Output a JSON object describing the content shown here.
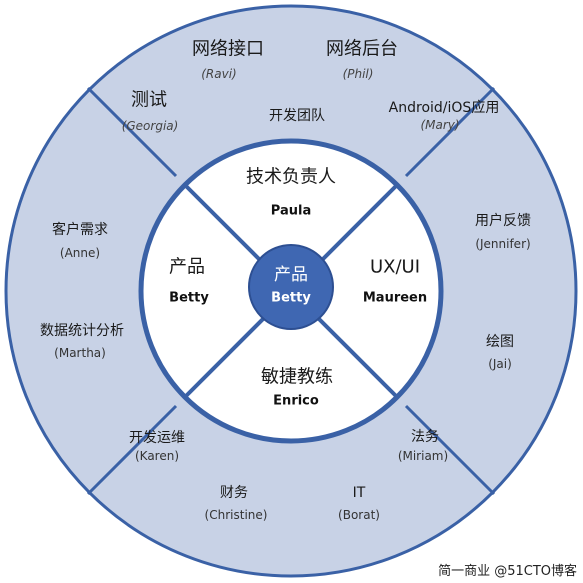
{
  "colors": {
    "outer_ring": "#c8d2e6",
    "ring_stroke": "#3a61a6",
    "inner_fill": "#ffffff",
    "center_fill": "#3f67b2"
  },
  "center": {
    "title": "产品",
    "name": "Betty"
  },
  "inner_roles": {
    "top": {
      "title": "技术负责人",
      "name": "Paula"
    },
    "left": {
      "title": "产品",
      "name": "Betty"
    },
    "right": {
      "title": "UX/UI",
      "name": "Maureen"
    },
    "bottom": {
      "title": "敏捷教练",
      "name": "Enrico"
    }
  },
  "outer": {
    "top_label": "开发团队",
    "network_api": {
      "title": "网络接口",
      "name": "(Ravi)"
    },
    "network_backend": {
      "title": "网络后台",
      "name": "(Phil)"
    },
    "testing": {
      "title": "测试",
      "name": "(Georgia)"
    },
    "mobile": {
      "title": "Android/iOS应用",
      "name": "(Mary)"
    },
    "customer_needs": {
      "title": "客户需求",
      "name": "(Anne)"
    },
    "data_analysis": {
      "title": "数据统计分析",
      "name": "(Martha)"
    },
    "user_feedback": {
      "title": "用户反馈",
      "name": "(Jennifer)"
    },
    "drawing": {
      "title": "绘图",
      "name": "(Jai)"
    },
    "devops": {
      "title": "开发运维",
      "name": "(Karen)"
    },
    "finance": {
      "title": "财务",
      "name": "(Christine)"
    },
    "it": {
      "title": "IT",
      "name": "(Borat)"
    },
    "legal": {
      "title": "法务",
      "name": "(Miriam)"
    }
  },
  "watermark": "简一商业 @51CTO博客"
}
